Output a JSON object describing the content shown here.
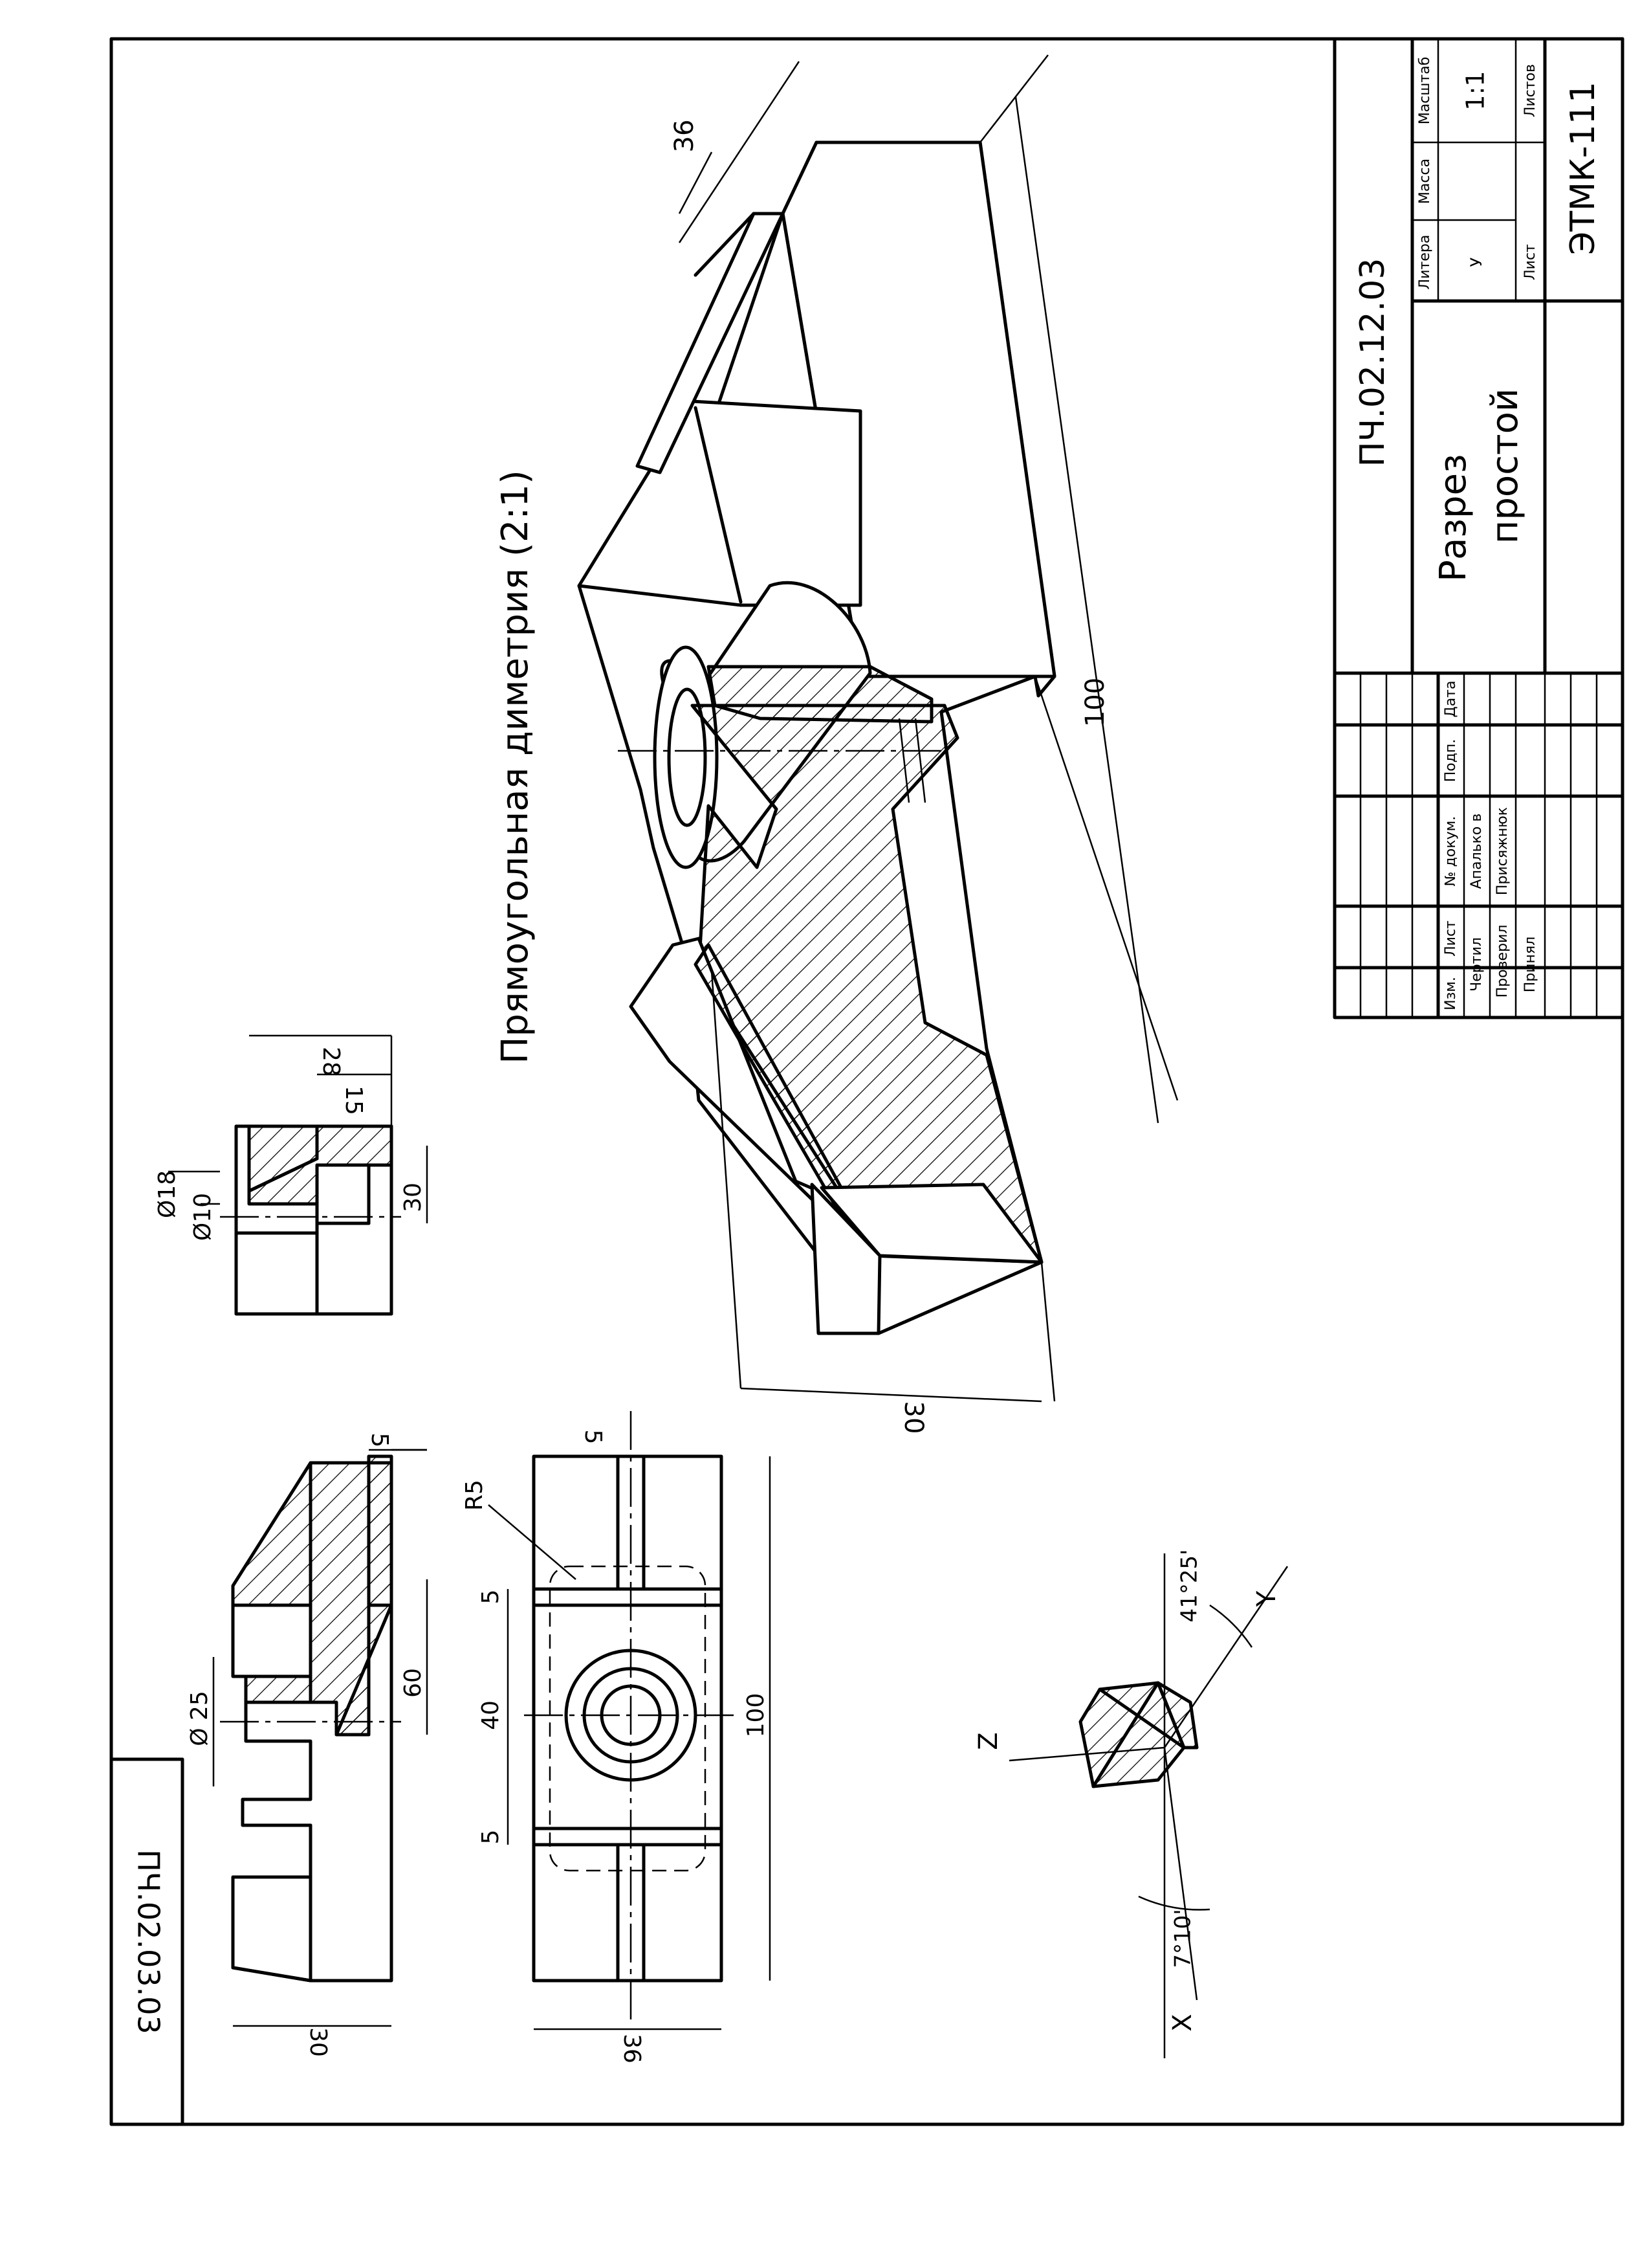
{
  "drawing": {
    "title": "Прямоугольная диметрия (2:1)",
    "corner_code": "ПЧ.02.03.03"
  },
  "title_block": {
    "doc_code": "ПЧ.02.12.03",
    "name_line1": "Разрез",
    "name_line2": "простой",
    "org": "ЭТМК-111",
    "litera_label": "Литера",
    "mass_label": "Масса",
    "scale_label": "Масштаб",
    "litera_value": "У",
    "scale_value": "1:1",
    "sheet_label": "Лист",
    "sheets_label": "Листов",
    "col_izm": "Изм.",
    "col_list": "Лист",
    "col_doc": "№ докум.",
    "col_sign": "Подп.",
    "col_date": "Дата",
    "row_drew": "Чертил",
    "row_drew_name": "Апалько в",
    "row_checked": "Проверил",
    "row_checked_name": "Присяжнюк",
    "row_accepted": "Принял"
  },
  "dimensions": {
    "iso_36": "36",
    "iso_100": "100",
    "iso_30": "30",
    "side_d18": "Ø18",
    "side_d10": "Ø10",
    "side_28": "28",
    "side_15": "15",
    "side_30": "30",
    "front_5": "5",
    "front_d25": "Ø 25",
    "front_60": "60",
    "front_30": "30",
    "top_5_right": "5",
    "top_r5": "R5",
    "top_5a": "5",
    "top_40": "40",
    "top_5b": "5",
    "top_100": "100",
    "top_36": "36"
  },
  "axes": {
    "z": "Z",
    "y": "Y",
    "x": "X",
    "angle_y": "41°25'",
    "angle_x": "7°10'"
  }
}
